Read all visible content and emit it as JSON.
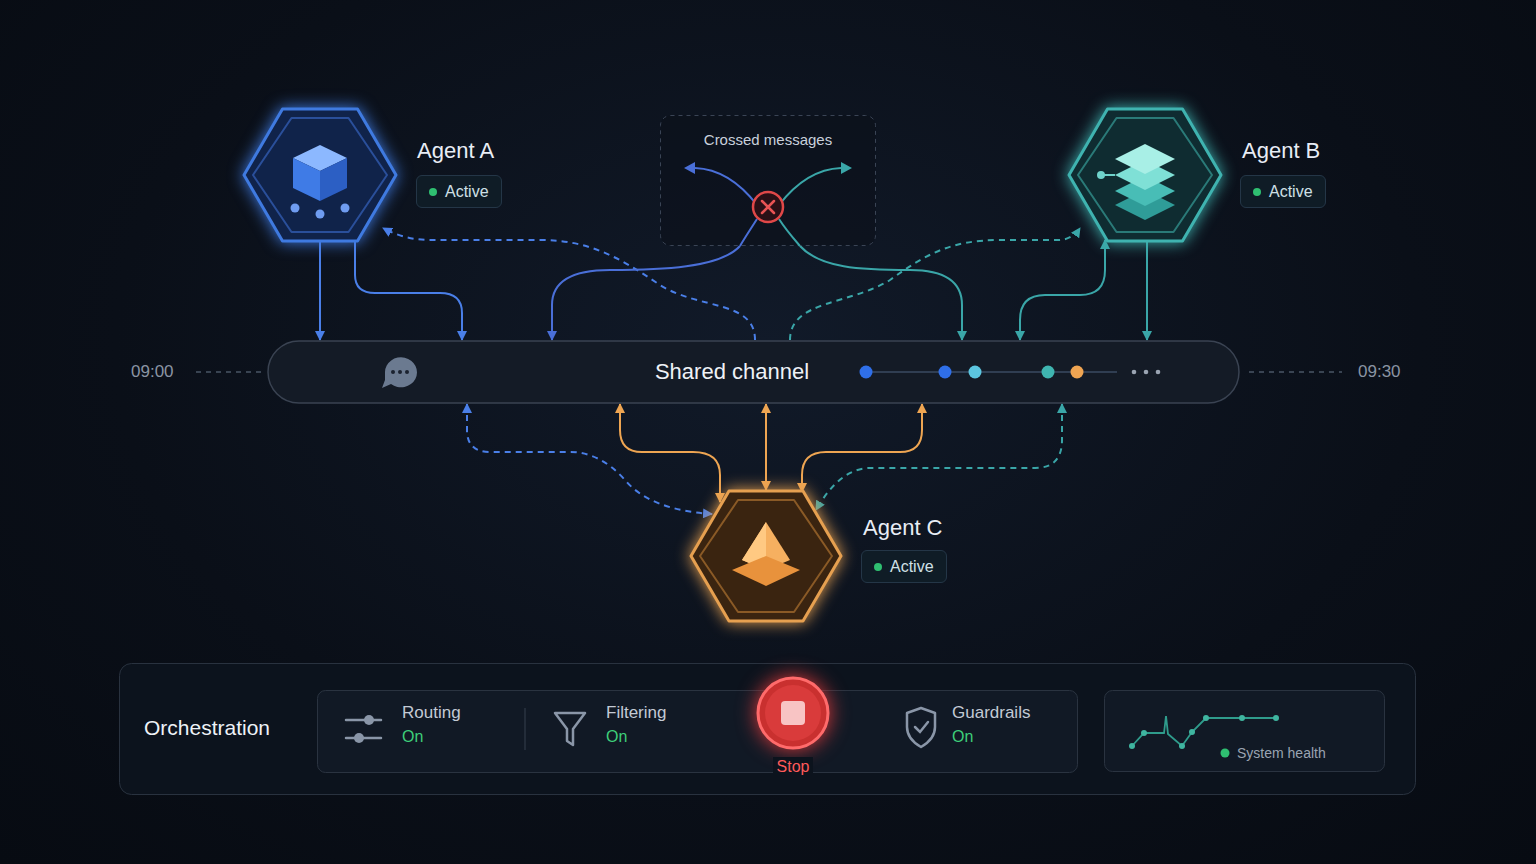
{
  "diagram": {
    "nodes": [
      {
        "text": [
          "Agent A",
          "Active"
        ]
      },
      {
        "text": [
          "Crossed messages"
        ]
      },
      {
        "text": [
          "Agent B",
          "Active"
        ]
      },
      {
        "text": [
          "Shared channel"
        ]
      },
      {
        "text": [
          "Agent C",
          "Active"
        ]
      },
      {
        "text": [
          "Orchestration"
        ]
      },
      {
        "text": [
          "Routing",
          "On"
        ],
        "in": 5
      },
      {
        "text": [
          "Filtering",
          "On"
        ],
        "in": 5
      },
      {
        "text": [
          "Stop"
        ],
        "in": 5
      },
      {
        "text": [
          "Guardrails",
          "On"
        ],
        "in": 5
      },
      {
        "text": [
          "System health"
        ],
        "in": 5
      }
    ],
    "edges": [
      {
        "from": 0,
        "to": 3,
        "arrow": "to"
      },
      {
        "from": 0,
        "to": 3,
        "arrow": "to"
      },
      {
        "from": 3,
        "to": 0,
        "arrow": "to"
      },
      {
        "from": 1,
        "to": 3,
        "arrow": "to"
      },
      {
        "from": 1,
        "to": 3,
        "arrow": "to"
      },
      {
        "from": 3,
        "to": 2,
        "arrow": "to"
      },
      {
        "from": 3,
        "to": 2,
        "arrow": "both"
      },
      {
        "from": 2,
        "to": 3,
        "arrow": "to"
      },
      {
        "from": 3,
        "to": 4,
        "arrow": "both"
      },
      {
        "from": 3,
        "to": 4,
        "arrow": "both"
      },
      {
        "from": 3,
        "to": 4,
        "arrow": "both"
      },
      {
        "from": 3,
        "to": 4,
        "arrow": "both"
      },
      {
        "from": 3,
        "to": 4,
        "arrow": "both"
      }
    ],
    "labels": [
      "09:00",
      "09:30"
    ]
  }
}
